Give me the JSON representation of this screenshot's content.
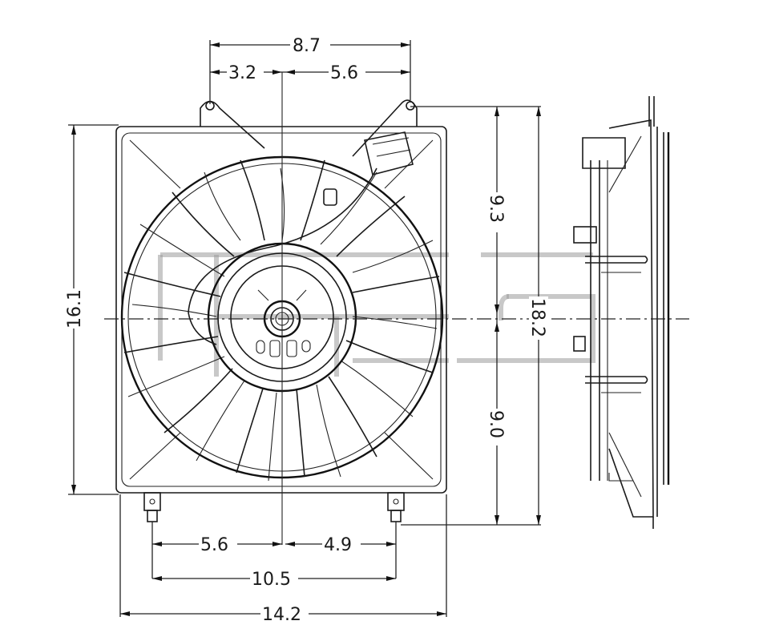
{
  "drawing": {
    "title": "Radiator cooling fan assembly dimensional drawing",
    "views": [
      "front-view",
      "side-view"
    ],
    "colors": {
      "line": "#1a1a1a",
      "background": "#ffffff",
      "watermark": "#9a9a9a"
    }
  },
  "dimensions": {
    "top_overall": "8.7",
    "top_left": "3.2",
    "top_right": "5.6",
    "left_height": "16.1",
    "right_upper": "9.3",
    "right_lower": "9.0",
    "right_overall": "18.2",
    "bottom_left": "5.6",
    "bottom_right": "4.9",
    "bottom_mounts": "10.5",
    "bottom_overall": "14.2"
  }
}
